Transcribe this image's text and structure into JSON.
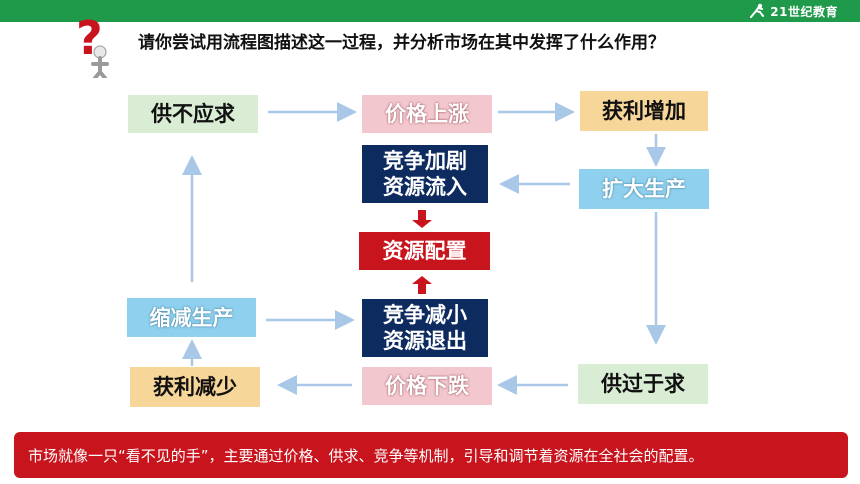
{
  "header": {
    "logo_text": "21世纪教育"
  },
  "question": "请你尝试用流程图描述这一过程，并分析市场在其中发挥了什么作用？",
  "nodes": {
    "shortage": "供不应求",
    "price_up": "价格上涨",
    "profit_up": "获利增加",
    "expand": "扩大生产",
    "compete_up_1": "竞争加剧",
    "compete_up_2": "资源流入",
    "allocation": "资源配置",
    "compete_down_1": "竞争减小",
    "compete_down_2": "资源退出",
    "reduce": "缩减生产",
    "profit_down": "获利减少",
    "price_down": "价格下跌",
    "surplus": "供过于求"
  },
  "summary": "市场就像一只“看不见的手”，主要通过价格、供求、竞争等机制，引导和调节着资源在全社会的配置。",
  "colors": {
    "topbar": "#1f9a4b",
    "green_box": "#d9ecd4",
    "pink_box": "#f2c7cd",
    "gold_box": "#f7d69a",
    "blue_box": "#8fd0ee",
    "navy_box": "#0d2b5e",
    "red_box": "#c8141c",
    "arrow": "#a9c8e8",
    "red_arrow": "#c8141c"
  }
}
